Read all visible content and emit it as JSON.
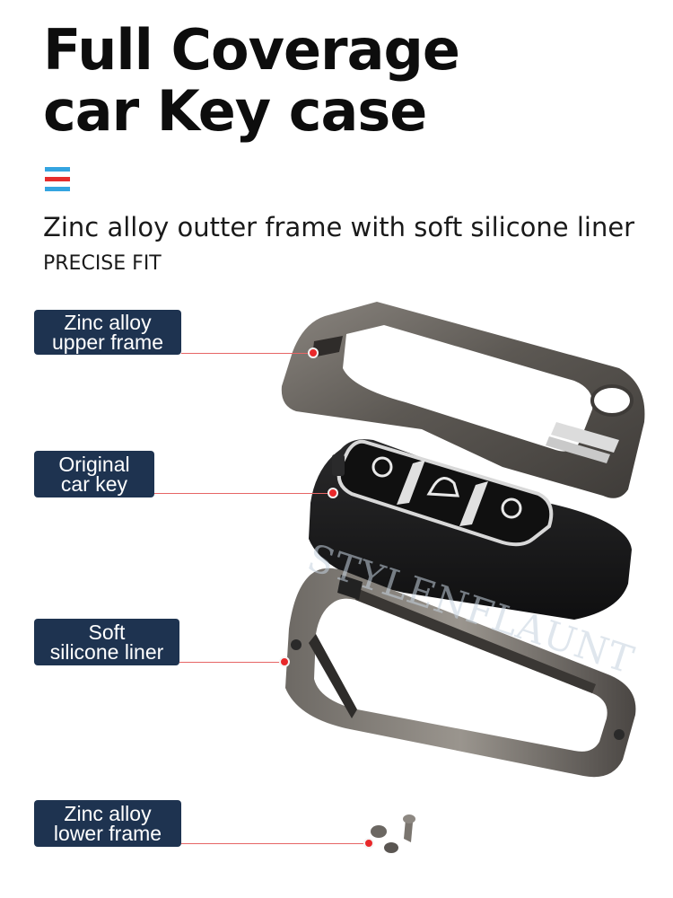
{
  "title": {
    "line1": "Full Coverage",
    "line2": "car Key case"
  },
  "flag_colors": [
    "#34a4e0",
    "#e52d2d",
    "#34a4e0"
  ],
  "subtitle": "Zinc alloy outter frame with soft silicone liner",
  "fit_text": "PRECISE FIT",
  "labels": {
    "upper_frame": {
      "line1": "Zinc alloy",
      "line2": "upper frame"
    },
    "car_key": {
      "line1": "Original",
      "line2": "car key"
    },
    "liner": {
      "line1": "Soft",
      "line2": "silicone liner"
    },
    "lower_frame": {
      "line1": "Zinc alloy",
      "line2": "lower frame"
    }
  },
  "watermark": "STYLENFLAUNT",
  "colors": {
    "label_bg": "#1e3350",
    "marker": "#e8282a",
    "frame_metal": "#5e5a55",
    "key_body": "#1c1c1d"
  }
}
